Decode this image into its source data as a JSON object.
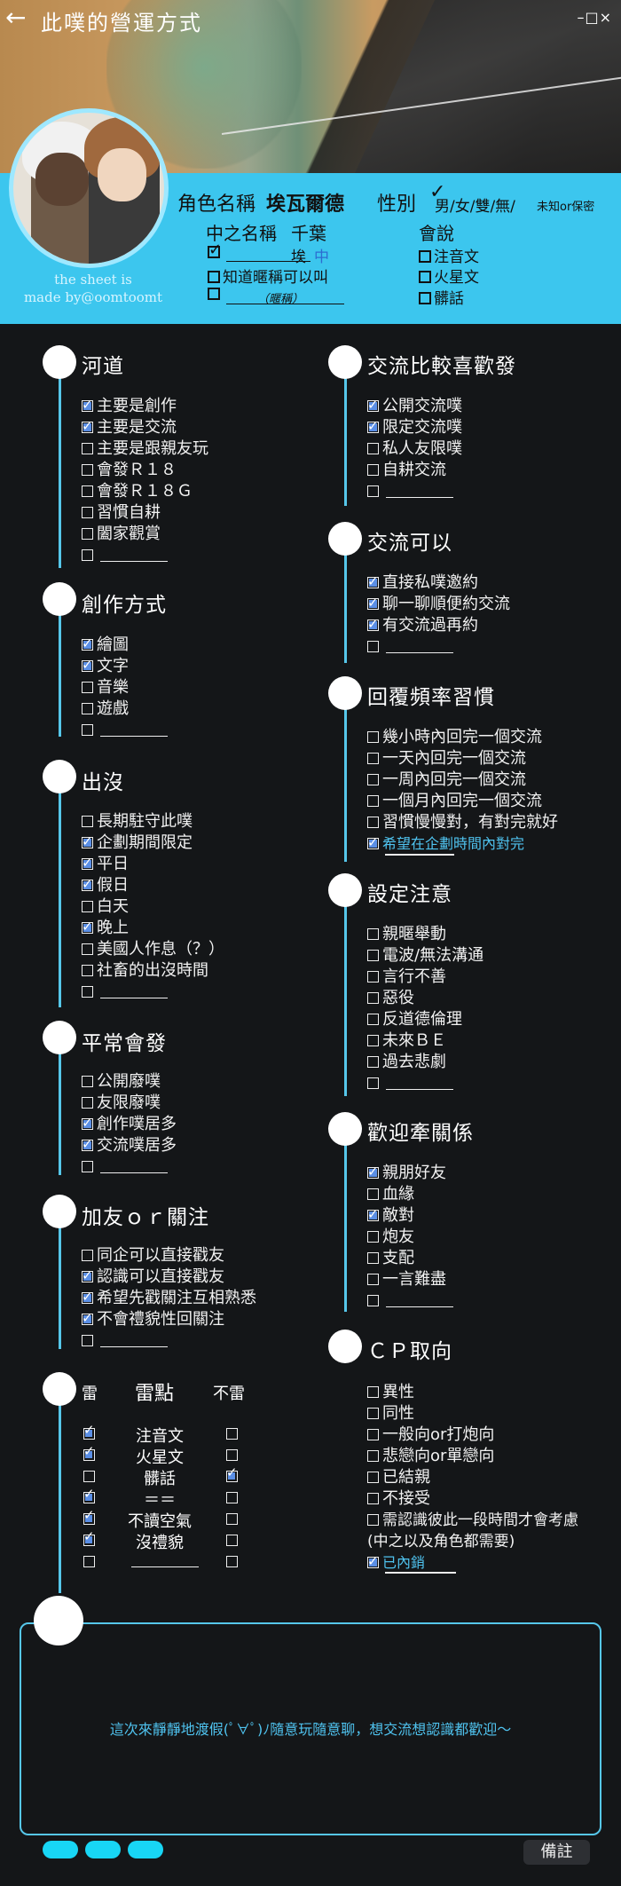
{
  "window": {
    "title": "此噗的營運方式",
    "controls": "–□×"
  },
  "profile": {
    "credit_line1": "the sheet is",
    "credit_line2": "made by@oomtoomt",
    "role_label": "角色名稱",
    "role_name": "埃瓦爾德",
    "gender_label": "性別",
    "gender_options": "男/女/雙/無/",
    "gender_unknown": "未知or保密",
    "cn_name_label": "中之名稱",
    "cn_name_value": "千葉",
    "cn_opt1_text": "埃",
    "cn_opt1_suffix": "中",
    "cn_opt2": "知道暱稱可以叫",
    "cn_opt3_note": "（暱稱）",
    "speaks_label": "會說",
    "speaks_opt1": "注音文",
    "speaks_opt2": "火星文",
    "speaks_opt3": "髒話"
  },
  "sections": {
    "river": {
      "title": "河道",
      "items": [
        "主要是創作",
        "主要是交流",
        "主要是跟親友玩",
        "會發Ｒ１８",
        "會發Ｒ１８Ｇ",
        "習慣自耕",
        "闔家觀賞"
      ]
    },
    "create": {
      "title": "創作方式",
      "items": [
        "繪圖",
        "文字",
        "音樂",
        "遊戲"
      ]
    },
    "appear": {
      "title": "出沒",
      "items": [
        "長期駐守此噗",
        "企劃期間限定",
        "平日",
        "假日",
        "白天",
        "晚上",
        "美國人作息（？）",
        "社畜的出沒時間"
      ]
    },
    "post": {
      "title": "平常會發",
      "items": [
        "公開廢噗",
        "友限廢噗",
        "創作噗居多",
        "交流噗居多"
      ]
    },
    "follow": {
      "title": "加友ｏｒ關注",
      "items": [
        "同企可以直接戳友",
        "認識可以直接戳友",
        "希望先戳關注互相熟悉",
        "不會禮貌性回關注"
      ]
    },
    "exchange_pref": {
      "title": "交流比較喜歡發",
      "items": [
        "公開交流噗",
        "限定交流噗",
        "私人友限噗",
        "自耕交流"
      ]
    },
    "exchange_can": {
      "title": "交流可以",
      "items": [
        "直接私噗邀約",
        "聊一聊順便約交流",
        "有交流過再約"
      ]
    },
    "reply": {
      "title": "回覆頻率習慣",
      "items": [
        "幾小時內回完一個交流",
        "一天內回完一個交流",
        "一周內回完一個交流",
        "一個月內回完一個交流",
        "習慣慢慢對，有對完就好",
        "希望在企劃時間內對完"
      ]
    },
    "notes": {
      "title": "設定注意",
      "items": [
        "親暱舉動",
        "電波/無法溝通",
        "言行不善",
        "惡役",
        "反道德倫理",
        "未來ＢＥ",
        "過去悲劇"
      ]
    },
    "relation": {
      "title": "歡迎牽關係",
      "items": [
        "親朋好友",
        "血緣",
        "敵對",
        "炮友",
        "支配",
        "一言難盡"
      ]
    },
    "cp": {
      "title": "ＣＰ取向",
      "items": [
        "異性",
        "同性",
        "一般向or打炮向",
        "悲戀向or單戀向",
        "已結親",
        "不接受",
        "需認識彼此一段時間才會考慮",
        "(中之以及角色都需要)",
        "已內銷"
      ]
    }
  },
  "thunder": {
    "col_left": "雷",
    "col_mid": "雷點",
    "col_right": "不雷",
    "rows": [
      "注音文",
      "火星文",
      "髒話",
      "＝＝",
      "不讀空氣",
      "沒禮貌"
    ]
  },
  "note": {
    "text": "這次來靜靜地渡假(ﾟ∀ﾟ)ﾉ隨意玩隨意聊，想交流想認識都歡迎～",
    "memo": "備註"
  },
  "icons": {
    "back": "back-arrow-icon"
  },
  "colors": {
    "accent": "#3cc6ee",
    "bg": "#141618",
    "check": "#5b8fe6"
  }
}
